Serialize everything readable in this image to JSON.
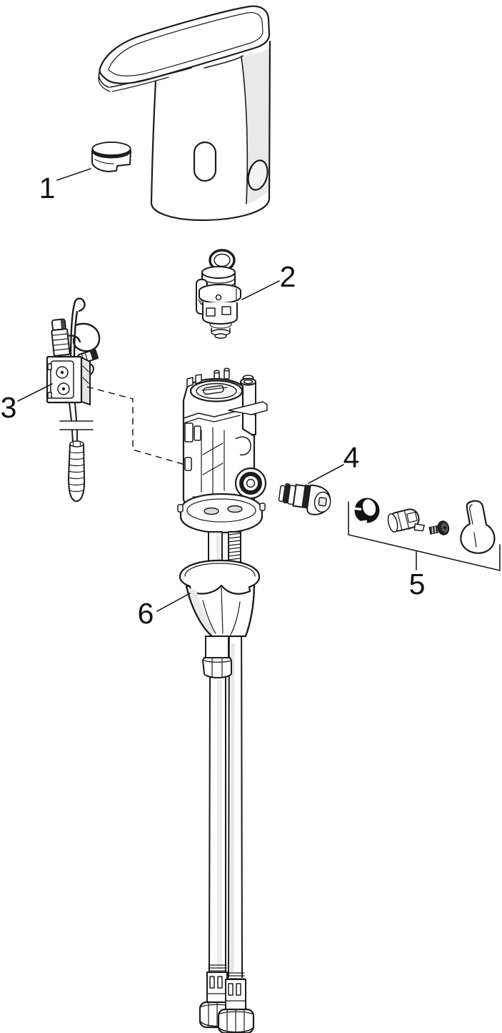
{
  "figure": {
    "type": "exploded-parts-diagram",
    "background_color": "#ffffff",
    "line_color": "#1c1c1c",
    "shade_color": "#e9e9e9"
  },
  "callouts": [
    {
      "label": "1",
      "part": "aerator-cap"
    },
    {
      "label": "2",
      "part": "solenoid-valve-cartridge"
    },
    {
      "label": "3",
      "part": "control-unit-with-cable"
    },
    {
      "label": "4",
      "part": "valve-cartridge"
    },
    {
      "label": "5",
      "part": "handle-fixing-set"
    },
    {
      "label": "6",
      "part": "support-cone"
    }
  ]
}
